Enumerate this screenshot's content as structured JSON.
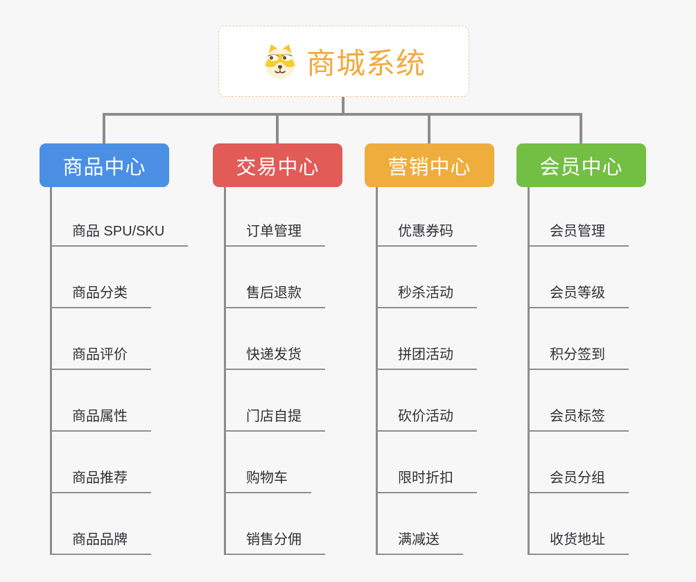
{
  "background": "#F7F7F7",
  "connector_color": "#8C8C8C",
  "root": {
    "title": "商城系统",
    "title_color": "#F2A93C",
    "border_color": "#F0C690",
    "icon": "shiba-dog-icon"
  },
  "branches": [
    {
      "label": "商品中心",
      "color": "#4A8FE4",
      "items": [
        "商品 SPU/SKU",
        "商品分类",
        "商品评价",
        "商品属性",
        "商品推荐",
        "商品品牌"
      ]
    },
    {
      "label": "交易中心",
      "color": "#E15B57",
      "items": [
        "订单管理",
        "售后退款",
        "快递发货",
        "门店自提",
        "购物车",
        "销售分佣"
      ]
    },
    {
      "label": "营销中心",
      "color": "#EFAD3D",
      "items": [
        "优惠券码",
        "秒杀活动",
        "拼团活动",
        "砍价活动",
        "限时折扣",
        "满减送"
      ]
    },
    {
      "label": "会员中心",
      "color": "#72BF43",
      "items": [
        "会员管理",
        "会员等级",
        "积分签到",
        "会员标签",
        "会员分组",
        "收货地址"
      ]
    }
  ]
}
